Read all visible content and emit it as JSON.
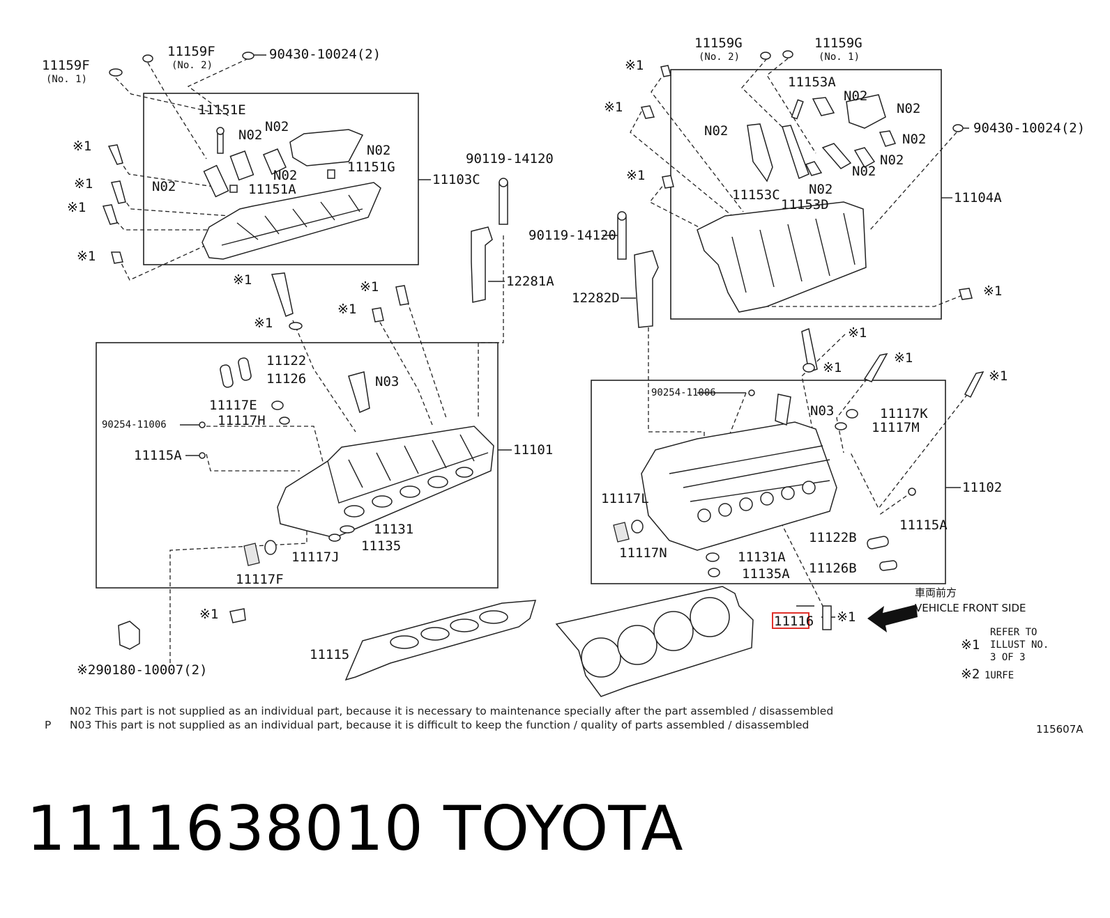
{
  "footer": {
    "part_number": "1111638010",
    "brand": "TOYOTA"
  },
  "labels": {
    "p11159F": "11159F",
    "p11159F_no": "(No. 1)",
    "p11159F2": "11159F",
    "p11159F2_no": "(No. 2)",
    "p90430a": "90430-10024(2)",
    "p11151E": "11151E",
    "p11151G": "11151G",
    "p11151A": "11151A",
    "p11103C": "11103C",
    "n02": "N02",
    "n03": "N03",
    "x1": "※1",
    "p90119a": "90119-14120",
    "p90119b": "90119-14120",
    "p12281A": "12281A",
    "p12282D": "12282D",
    "p11159G2": "11159G",
    "p11159G2_no": "(No. 2)",
    "p11159G1": "11159G",
    "p11159G1_no": "(No. 1)",
    "p11153A": "11153A",
    "p90430b": "90430-10024(2)",
    "p11153C": "11153C",
    "p11153D": "11153D",
    "p11104A": "11104A",
    "p11122": "11122",
    "p11126": "11126",
    "p11117E": "11117E",
    "p11117H": "11117H",
    "p90254a": "90254-11006",
    "p90254b": "90254-11006",
    "p11115Aa": "11115A",
    "p11115Ab": "11115A",
    "p11101": "11101",
    "p11131": "11131",
    "p11135": "11135",
    "p11117J": "11117J",
    "p11117F": "11117F",
    "p11117K": "11117K",
    "p11117M": "11117M",
    "p11102": "11102",
    "p11117L": "11117L",
    "p11117N": "11117N",
    "p11122B": "11122B",
    "p11126B": "11126B",
    "p11131A": "11131A",
    "p11135A": "11135A",
    "p90180": "※290180-10007(2)",
    "p11115": "11115",
    "p11116": "11116",
    "front_jp": "車両前方",
    "front_en": "VEHICLE FRONT SIDE",
    "refer1": "REFER TO",
    "refer2": "ILLUST NO.",
    "refer3": "3 OF 3",
    "x2": "※2",
    "x2_text": "1URFE",
    "note_p": "P",
    "note_n02": "N02  This part is not supplied as an individual part, because it is necessary to maintenance specially after the part assembled / disassembled",
    "note_n03": "N03  This part is not supplied as an individual part, because it is difficult to keep the function / quality of parts  assembled / disassembled",
    "illus_no": "115607A"
  }
}
